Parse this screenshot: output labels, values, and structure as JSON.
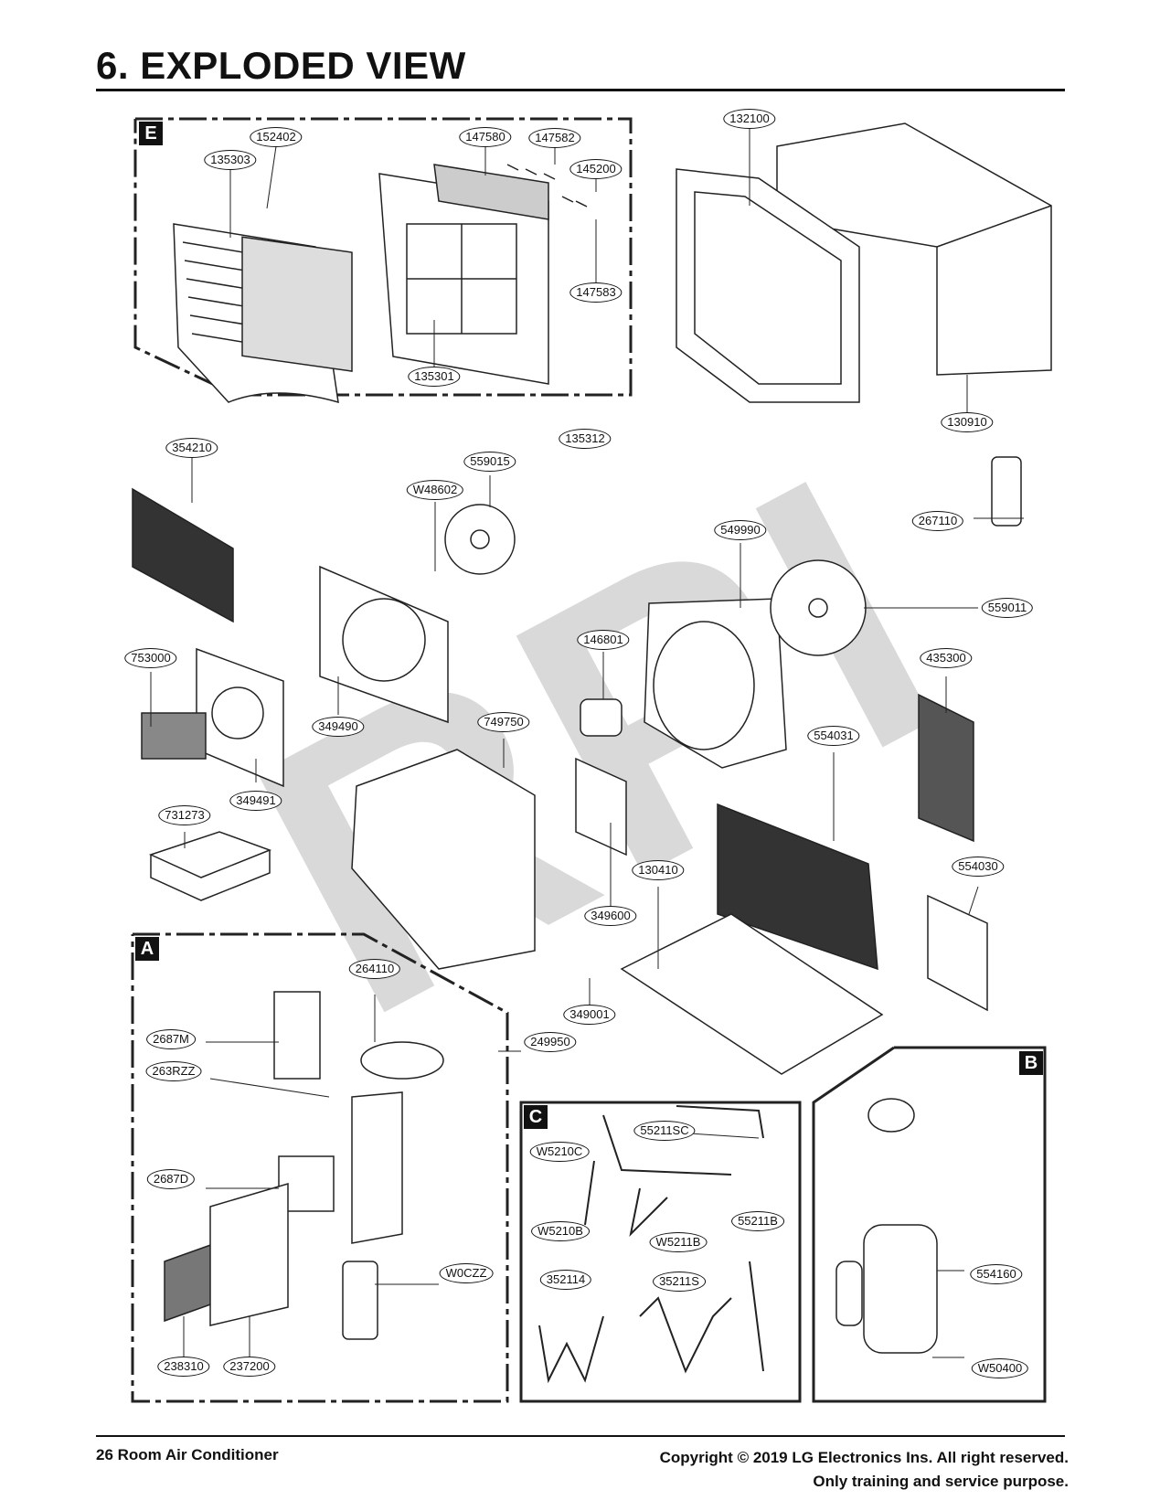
{
  "title": "6. EXPLODED VIEW",
  "watermark": "RPI",
  "sections": {
    "E": "E",
    "A": "A",
    "C": "C",
    "B": "B"
  },
  "footer": {
    "left": "26  Room Air Conditioner",
    "right_line1": "Copyright © 2019 LG Electronics Ins. All right reserved.",
    "right_line2": "Only training and service purpose."
  },
  "labels": {
    "p152402": "152402",
    "p135303": "135303",
    "p147580": "147580",
    "p147582": "147582",
    "p145200": "145200",
    "p147583": "147583",
    "p135301": "135301",
    "p135312": "135312",
    "p132100": "132100",
    "p130910": "130910",
    "p354210": "354210",
    "p559015": "559015",
    "pW48602": "W48602",
    "p549990": "549990",
    "p267110": "267110",
    "p559011": "559011",
    "p146801": "146801",
    "p753000": "753000",
    "p435300": "435300",
    "p349490": "349490",
    "p749750": "749750",
    "p554031": "554031",
    "p349491": "349491",
    "p731273": "731273",
    "p130410": "130410",
    "p554030": "554030",
    "p349600": "349600",
    "p264110": "264110",
    "p349001": "349001",
    "p2687M": "2687M",
    "p249950": "249950",
    "p263RZZ": "263RZZ",
    "p2687D": "2687D",
    "pW0CZZ": "W0CZZ",
    "p238310": "238310",
    "p237200": "237200",
    "p55211SC": "55211SC",
    "pW5210C": "W5210C",
    "pW5210B": "W5210B",
    "pW5211B": "W5211B",
    "p55211B": "55211B",
    "p352114": "352114",
    "p35211S": "35211S",
    "p554160": "554160",
    "pW50400": "W50400"
  }
}
